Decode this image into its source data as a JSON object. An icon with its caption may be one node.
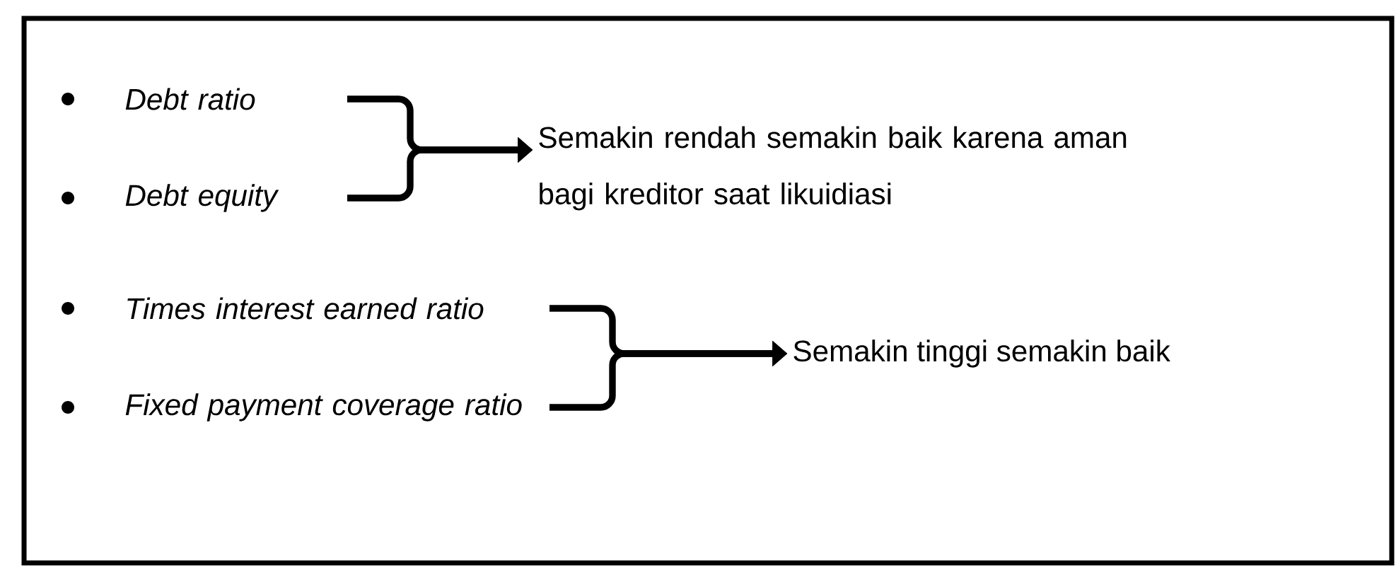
{
  "diagram": {
    "nodes": [
      {
        "text": [
          "*Debt ratio*"
        ]
      },
      {
        "text": [
          "*Debt equity*"
        ]
      },
      {
        "text": [
          "*Times interest earned ratio*"
        ]
      },
      {
        "text": [
          "*Fixed payment coverage ratio*"
        ]
      },
      {
        "text": [
          "Semakin rendah semakin baik karena aman bagi kreditor saat likuidiasi"
        ]
      },
      {
        "text": [
          "Semakin tinggi semakin baik"
        ]
      }
    ],
    "edges": [
      {
        "from": 0,
        "to": 4,
        "arrow": "to"
      },
      {
        "from": 1,
        "to": 4,
        "arrow": "to"
      },
      {
        "from": 2,
        "to": 5,
        "arrow": "to"
      },
      {
        "from": 3,
        "to": 5,
        "arrow": "to"
      }
    ]
  }
}
